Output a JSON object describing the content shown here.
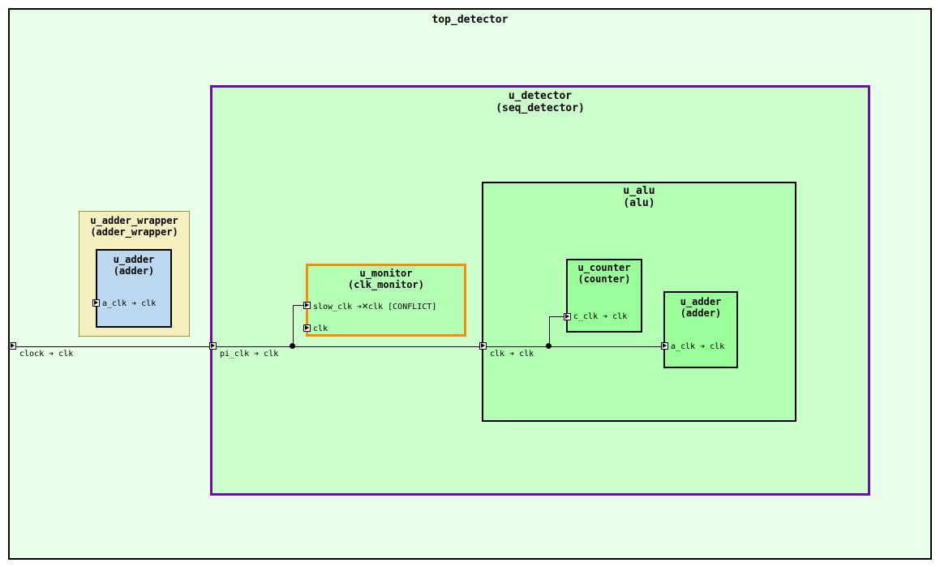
{
  "diagram": {
    "type": "clock-domain-hierarchy",
    "top": {
      "name": "top_detector",
      "fill": "#e8ffe8",
      "border": "#000000"
    },
    "blocks": [
      {
        "id": "u_detector",
        "instance": "u_detector",
        "module": "(seq_detector)",
        "fill": "#ccffcc",
        "border": "#6a0dad"
      },
      {
        "id": "u_alu",
        "instance": "u_alu",
        "module": "(alu)",
        "fill": "#b3ffb3",
        "border": "#000000"
      },
      {
        "id": "u_counter",
        "instance": "u_counter",
        "module": "(counter)",
        "fill": "#99ff99",
        "border": "#000000"
      },
      {
        "id": "u_adder_alu",
        "instance": "u_adder",
        "module": "(adder)",
        "fill": "#99ff99",
        "border": "#000000"
      },
      {
        "id": "u_monitor",
        "instance": "u_monitor",
        "module": "(clk_monitor)",
        "fill": "#b3ffb3",
        "border": "#ff8c00"
      },
      {
        "id": "u_adder_wrapper",
        "instance": "u_adder_wrapper",
        "module": "(adder_wrapper)",
        "fill": "#f5f0c0",
        "border": "#999933"
      },
      {
        "id": "u_adder_inner",
        "instance": "u_adder",
        "module": "(adder)",
        "fill": "#bcd8ee",
        "border": "#000000"
      }
    ],
    "ports": [
      {
        "id": "top_clock",
        "label": "clock ➔ clk"
      },
      {
        "id": "detector_pi_clk",
        "label": "pi_clk ➔ clk"
      },
      {
        "id": "alu_clk",
        "label": "clk ➔ clk"
      },
      {
        "id": "counter_c_clk",
        "label": "c_clk ➔ clk"
      },
      {
        "id": "adder_alu_a_clk",
        "label": "a_clk ➔ clk"
      },
      {
        "id": "adder_inner_a_clk",
        "label": "a_clk ➔ clk"
      },
      {
        "id": "monitor_slow_clk",
        "label_pre": "slow_clk ➔",
        "conflict_mark": "✕",
        "label_post": "clk [CONFLICT]"
      },
      {
        "id": "monitor_clk",
        "label": "clk"
      }
    ]
  }
}
